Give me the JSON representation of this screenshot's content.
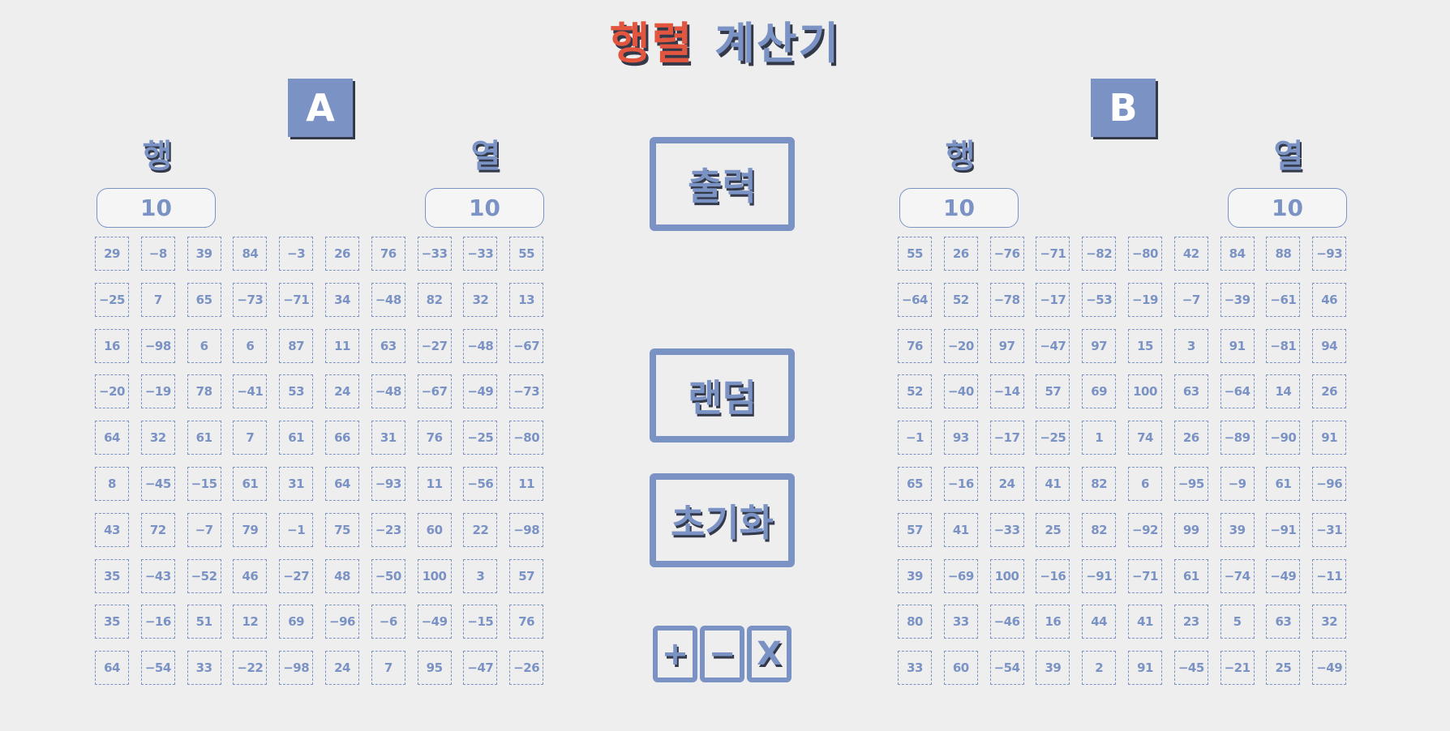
{
  "title": {
    "part1": "행렬",
    "part2": "계산기"
  },
  "matrix_a": {
    "name": "A",
    "rows_label": "행",
    "cols_label": "열",
    "rows_value": "10",
    "cols_value": "10",
    "cells": [
      [
        "29",
        "-8",
        "39",
        "84",
        "-3",
        "26",
        "76",
        "-33",
        "-33",
        "55"
      ],
      [
        "-25",
        "7",
        "65",
        "-73",
        "-71",
        "34",
        "-48",
        "82",
        "32",
        "13"
      ],
      [
        "16",
        "-98",
        "6",
        "6",
        "87",
        "11",
        "63",
        "-27",
        "-48",
        "-67"
      ],
      [
        "-20",
        "-19",
        "78",
        "-41",
        "53",
        "24",
        "-48",
        "-67",
        "-49",
        "-73"
      ],
      [
        "64",
        "32",
        "61",
        "7",
        "61",
        "66",
        "31",
        "76",
        "-25",
        "-80"
      ],
      [
        "8",
        "-45",
        "-15",
        "61",
        "31",
        "64",
        "-93",
        "11",
        "-56",
        "11"
      ],
      [
        "43",
        "72",
        "-7",
        "79",
        "-1",
        "75",
        "-23",
        "60",
        "22",
        "-98"
      ],
      [
        "35",
        "-43",
        "-52",
        "46",
        "-27",
        "48",
        "-50",
        "100",
        "3",
        "57"
      ],
      [
        "35",
        "-16",
        "51",
        "12",
        "69",
        "-96",
        "-6",
        "-49",
        "-15",
        "76"
      ],
      [
        "64",
        "-54",
        "33",
        "-22",
        "-98",
        "24",
        "7",
        "95",
        "-47",
        "-26"
      ]
    ]
  },
  "matrix_b": {
    "name": "B",
    "rows_label": "행",
    "cols_label": "열",
    "rows_value": "10",
    "cols_value": "10",
    "cells": [
      [
        "55",
        "26",
        "-76",
        "-71",
        "-82",
        "-80",
        "42",
        "84",
        "88",
        "-93"
      ],
      [
        "-64",
        "52",
        "-78",
        "-17",
        "-53",
        "-19",
        "-7",
        "-39",
        "-61",
        "46"
      ],
      [
        "76",
        "-20",
        "97",
        "-47",
        "97",
        "15",
        "3",
        "91",
        "-81",
        "94"
      ],
      [
        "52",
        "-40",
        "-14",
        "57",
        "69",
        "100",
        "63",
        "-64",
        "14",
        "26"
      ],
      [
        "-1",
        "93",
        "-17",
        "-25",
        "1",
        "74",
        "26",
        "-89",
        "-90",
        "91"
      ],
      [
        "65",
        "-16",
        "24",
        "41",
        "82",
        "6",
        "-95",
        "-9",
        "61",
        "-96"
      ],
      [
        "57",
        "41",
        "-33",
        "25",
        "82",
        "-92",
        "99",
        "39",
        "-91",
        "-31"
      ],
      [
        "39",
        "-69",
        "100",
        "-16",
        "-91",
        "-71",
        "61",
        "-74",
        "-49",
        "-11"
      ],
      [
        "80",
        "33",
        "-46",
        "16",
        "44",
        "41",
        "23",
        "5",
        "63",
        "32"
      ],
      [
        "33",
        "60",
        "-54",
        "39",
        "2",
        "91",
        "-45",
        "-21",
        "25",
        "-49"
      ]
    ]
  },
  "buttons": {
    "output": "출력",
    "random": "랜덤",
    "reset": "초기화",
    "add": "+",
    "subtract": "−",
    "multiply": "X"
  },
  "colors": {
    "accent": "#7b93c4",
    "title_red": "#e2553f",
    "shadow": "#34394a",
    "background": "#eeeeef"
  }
}
